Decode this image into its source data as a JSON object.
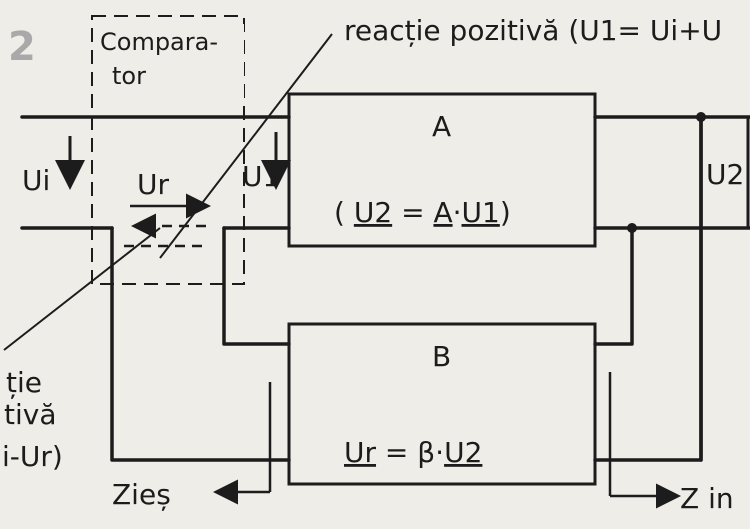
{
  "figure_number": "2",
  "comparator_label": {
    "line1": "Compara-",
    "line2": "tor"
  },
  "positive_feedback": "reacție pozitivă (U1= Ui+U",
  "negative_feedback": {
    "line1": "ție",
    "line2": "tivă",
    "line3": "i-Ur)"
  },
  "block_a": {
    "name": "A",
    "formula_open": "(",
    "u2": "U2",
    "eq": "=",
    "a": "A",
    "dot": "·",
    "u1": "U1",
    "formula_close": ")"
  },
  "block_b": {
    "name": "B",
    "ur": "Ur",
    "eq": "=",
    "beta": "β",
    "dot": "·",
    "u2": "U2"
  },
  "signals": {
    "ui": "Ui",
    "ur": "Ur",
    "u1": "U1",
    "u2": "U2"
  },
  "impedances": {
    "zies": "Zieș",
    "zin": "Z in"
  },
  "colors": {
    "line": "#1c1c1c",
    "paper": "#efede7"
  }
}
